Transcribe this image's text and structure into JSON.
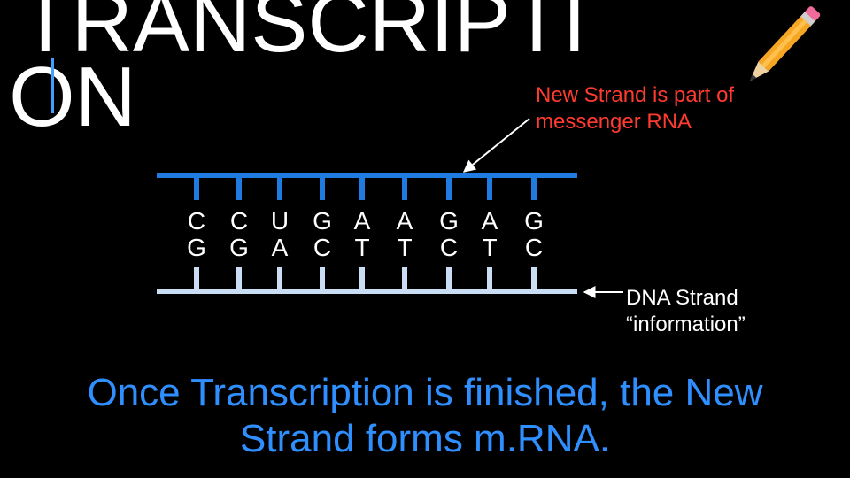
{
  "title": {
    "line1": "TRANSCRIPTI",
    "line2": "ON"
  },
  "annotations": {
    "new_strand": [
      "New Strand is part of",
      "messenger RNA"
    ],
    "dna_strand": [
      "DNA Strand",
      "“information”"
    ]
  },
  "strands": {
    "rna_bases": [
      "C",
      "C",
      "U",
      "G",
      "A",
      "A",
      "G",
      "A",
      "G"
    ],
    "dna_bases": [
      "G",
      "G",
      "A",
      "C",
      "T",
      "T",
      "C",
      "T",
      "C"
    ]
  },
  "caption": [
    "Once Transcription is finished, the New",
    "Strand forms m.RNA."
  ],
  "colors": {
    "background": "#000000",
    "rna_strand": "#1f7be0",
    "dna_strand": "#c9def4",
    "note_red": "#ff3b30",
    "caption_blue": "#2f8fff"
  },
  "icons": [
    "pencil-icon"
  ]
}
